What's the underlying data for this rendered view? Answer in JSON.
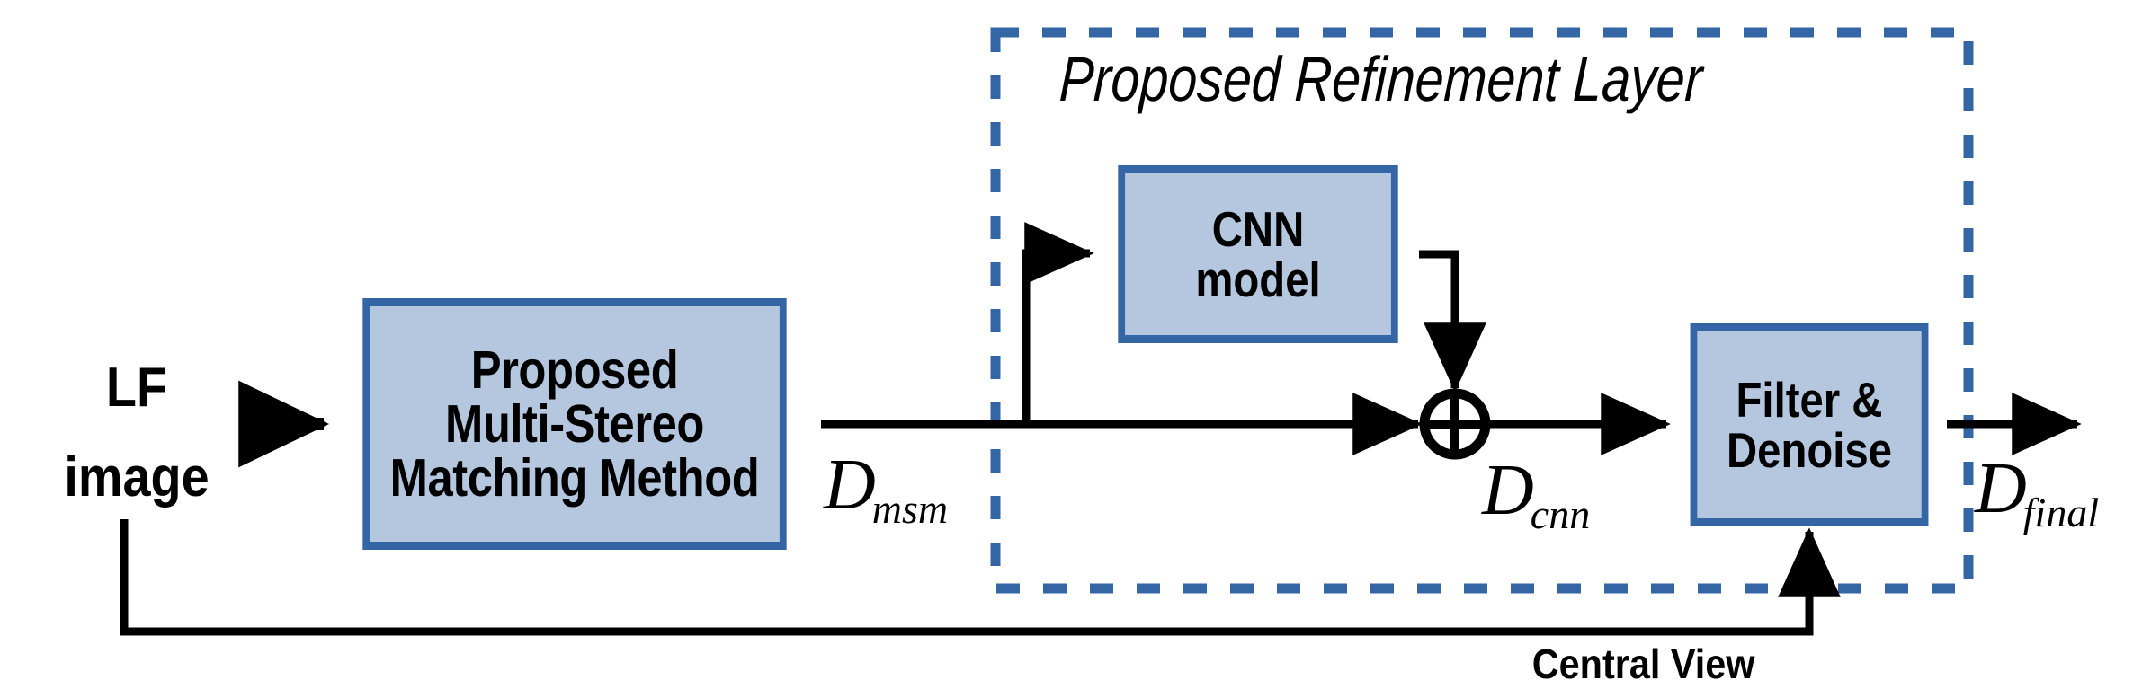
{
  "figure": {
    "type": "block-diagram",
    "title": "Light-field depth estimation pipeline with proposed refinement layer",
    "colors": {
      "box_fill": "#b4c7de",
      "box_border": "#3466a5",
      "dashed_border": "#3466a5",
      "line": "#000000",
      "background": "#ffffff"
    }
  },
  "input": {
    "label_line1": "LF",
    "label_line2": "image"
  },
  "blocks": {
    "msm": {
      "line1": "Proposed",
      "line2": "Multi-Stereo",
      "line3": "Matching Method"
    },
    "cnn": {
      "line1": "CNN",
      "line2": "model"
    },
    "filter": {
      "line1": "Filter &",
      "line2": "Denoise"
    }
  },
  "group": {
    "title": "Proposed Refinement Layer"
  },
  "signals": {
    "d_msm": {
      "base": "D",
      "sub": "msm"
    },
    "d_cnn": {
      "base": "D",
      "sub": "cnn"
    },
    "d_final": {
      "base": "D",
      "sub": "final"
    }
  },
  "feedback": {
    "label": "Central View"
  },
  "operators": {
    "sum": "⊕"
  }
}
